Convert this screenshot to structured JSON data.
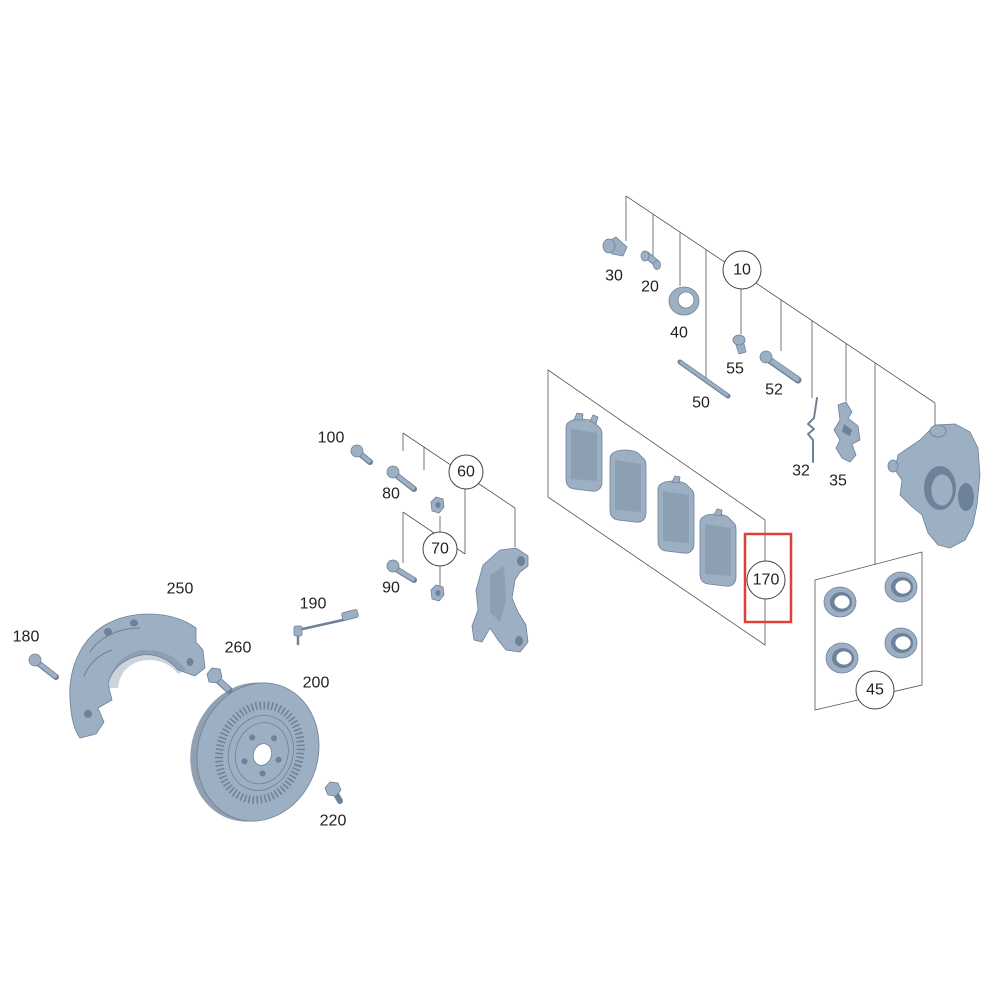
{
  "diagram": {
    "callouts": {
      "c10": {
        "label": "10",
        "circled": true
      },
      "c20": {
        "label": "20"
      },
      "c30": {
        "label": "30"
      },
      "c32": {
        "label": "32"
      },
      "c35": {
        "label": "35"
      },
      "c40": {
        "label": "40"
      },
      "c45": {
        "label": "45",
        "circled": true
      },
      "c50": {
        "label": "50"
      },
      "c52": {
        "label": "52"
      },
      "c55": {
        "label": "55"
      },
      "c60": {
        "label": "60",
        "circled": true
      },
      "c70": {
        "label": "70",
        "circled": true
      },
      "c80": {
        "label": "80"
      },
      "c90": {
        "label": "90"
      },
      "c100": {
        "label": "100"
      },
      "c170": {
        "label": "170",
        "circled": true,
        "highlighted": true
      },
      "c180": {
        "label": "180"
      },
      "c190": {
        "label": "190"
      },
      "c200": {
        "label": "200"
      },
      "c220": {
        "label": "220"
      },
      "c250": {
        "label": "250"
      },
      "c260": {
        "label": "260"
      }
    }
  },
  "colors": {
    "background": "#ffffff",
    "part": "#9dafc2",
    "part_shade": "#6d8198",
    "leader_line": "#555555",
    "callout_circle": "#444444",
    "highlight": "#d9413b"
  }
}
